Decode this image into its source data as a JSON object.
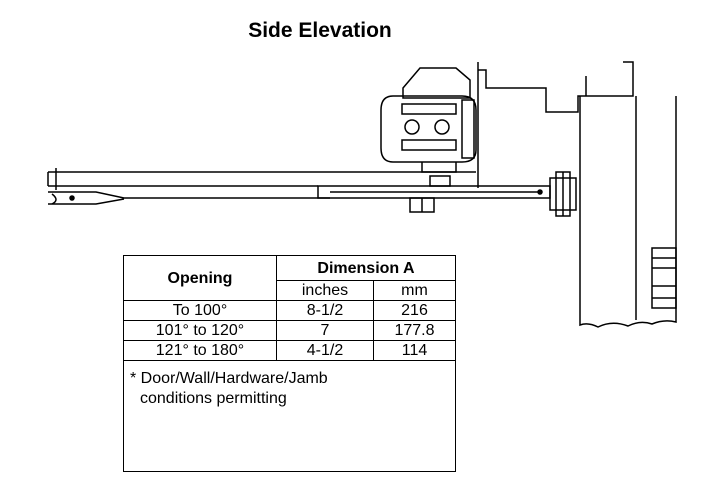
{
  "title": "Side Elevation",
  "table": {
    "header_opening": "Opening",
    "header_dimension": "Dimension A",
    "unit_inches": "inches",
    "unit_mm": "mm",
    "rows": [
      {
        "opening": "To 100°",
        "inches": "8-1/2",
        "mm": "216"
      },
      {
        "opening": "101° to 120°",
        "inches": "7",
        "mm": "177.8"
      },
      {
        "opening": "121° to 180°",
        "inches": "4-1/2",
        "mm": "114"
      }
    ]
  },
  "note": {
    "line1": "* Door/Wall/Hardware/Jamb",
    "line2": "conditions permitting"
  }
}
